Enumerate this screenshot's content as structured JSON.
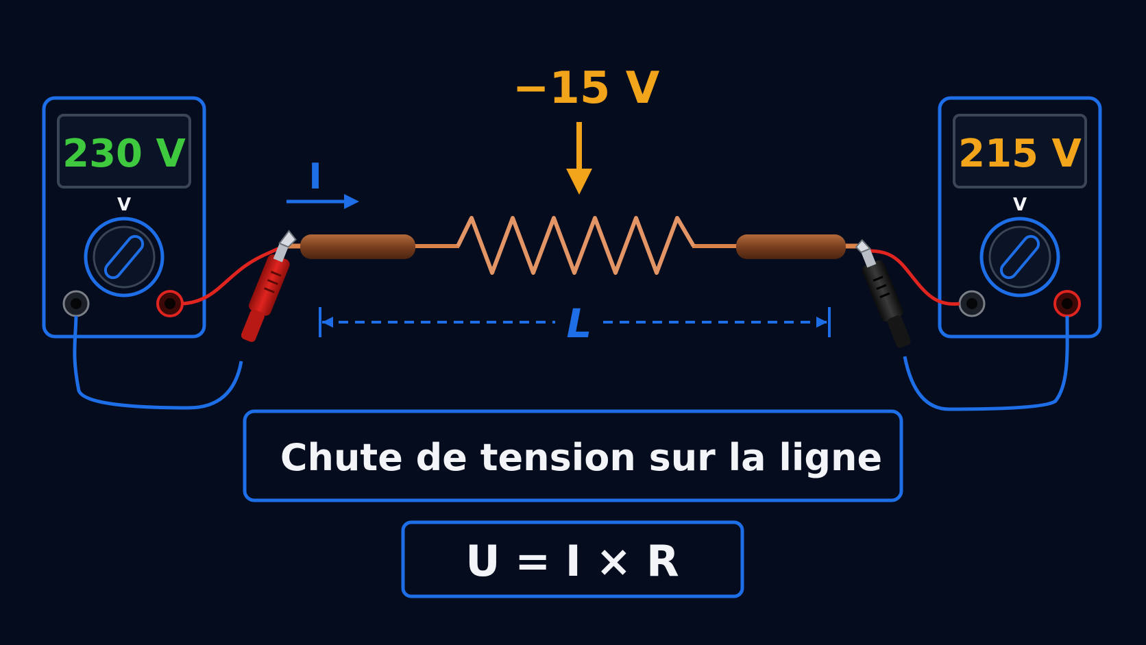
{
  "colors": {
    "background": "#050c1d",
    "frame_blue": "#1e6ee8",
    "meter_green": "#3fc93f",
    "meter_orange": "#f2a51a",
    "wire_copper": "#d9824a",
    "lead_red": "#e0241f",
    "text_white": "#f2f4f8"
  },
  "meters": {
    "left": {
      "reading": "230 V",
      "unit_label": "V",
      "reading_color": "#3fc93f"
    },
    "right": {
      "reading": "215 V",
      "unit_label": "V",
      "reading_color": "#f2a51a"
    }
  },
  "drop": {
    "label": "−15 V"
  },
  "current": {
    "label": "I"
  },
  "length": {
    "label": "L"
  },
  "caption": {
    "title": "Chute de tension sur la ligne",
    "formula": "U = I × R"
  },
  "icons": [
    "multimeter-icon",
    "rotary-dial-icon",
    "alligator-clip-icon",
    "resistor-coil-icon",
    "arrow-down-icon",
    "arrow-right-icon"
  ]
}
